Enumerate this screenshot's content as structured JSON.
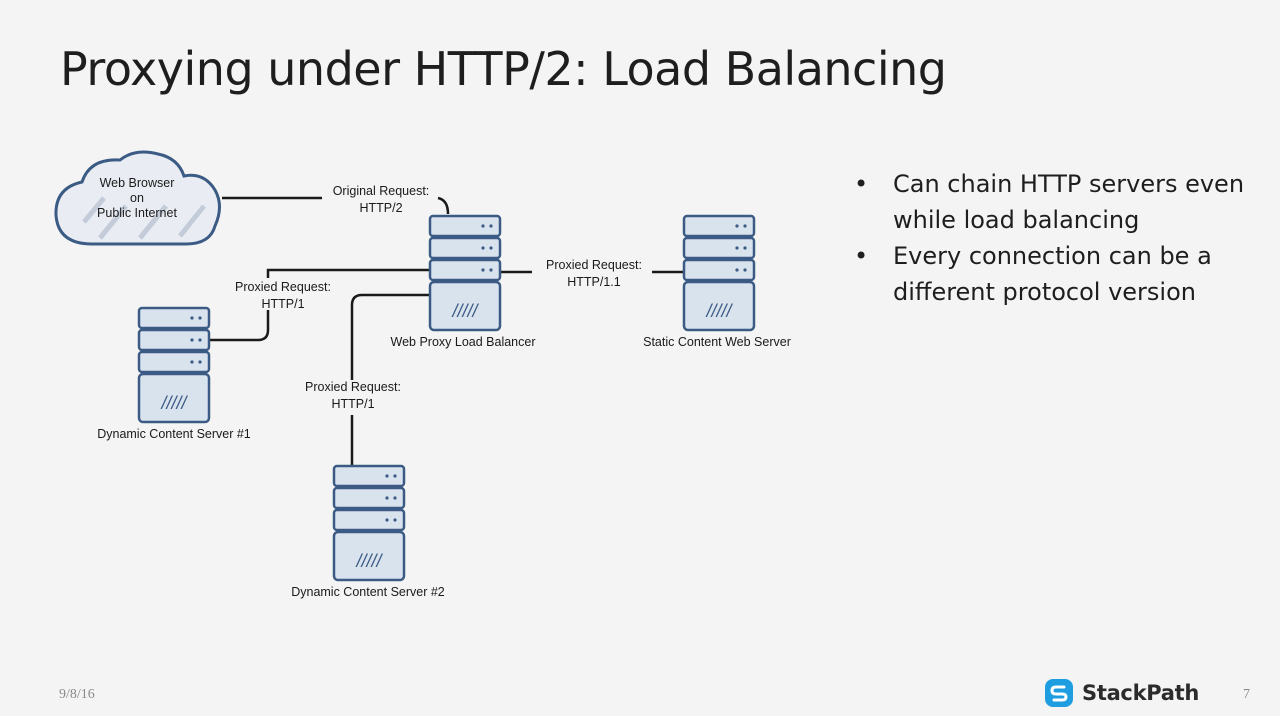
{
  "slide": {
    "title": "Proxying under HTTP/2: Load Balancing",
    "bullets": [
      "Can chain HTTP servers even while load balancing",
      "Every connection can be a different protocol version"
    ],
    "footer": {
      "date": "9/8/16",
      "page_number": "7",
      "brand": "StackPath"
    }
  },
  "diagram": {
    "nodes": {
      "browser": {
        "lines": [
          "Web Browser",
          "on",
          "Public Internet"
        ]
      },
      "proxy": {
        "label": "Web Proxy Load Balancer"
      },
      "static": {
        "label": "Static Content Web Server"
      },
      "dynamic1": {
        "label": "Dynamic Content Server #1"
      },
      "dynamic2": {
        "label": "Dynamic Content Server #2"
      }
    },
    "edges": {
      "original": {
        "lines": [
          "Original Request:",
          "HTTP/2"
        ]
      },
      "to_static": {
        "lines": [
          "Proxied Request:",
          "HTTP/1.1"
        ]
      },
      "to_dynamic1": {
        "lines": [
          "Proxied Request:",
          "HTTP/1"
        ]
      },
      "to_dynamic2": {
        "lines": [
          "Proxied Request:",
          "HTTP/1"
        ]
      }
    },
    "server_glyph": "/////"
  },
  "colors": {
    "server_fill": "#d9e3ee",
    "server_stroke": "#3b5b84",
    "brand_icon": "#1e9ee0"
  }
}
